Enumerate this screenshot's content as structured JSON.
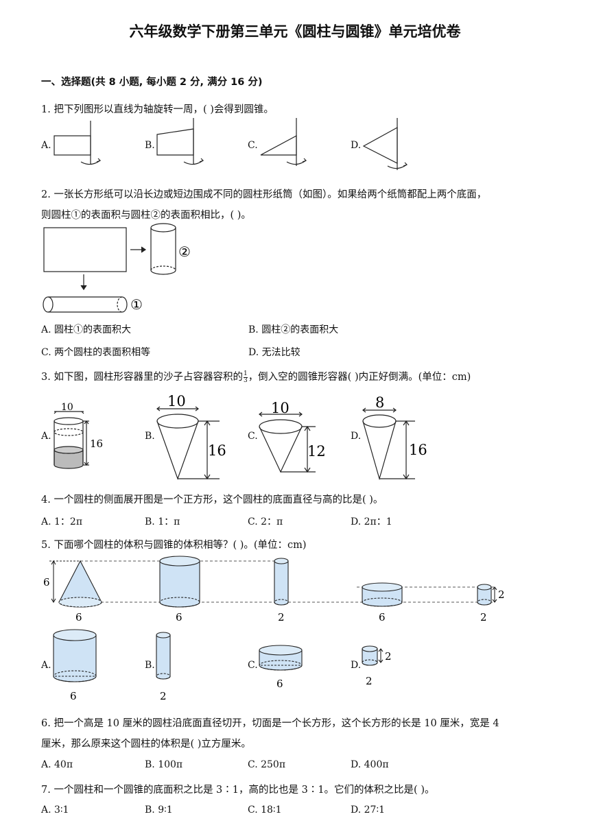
{
  "title": "六年级数学下册第三单元《圆柱与圆锥》单元培优卷",
  "section1": "一、选择题(共 8 小题, 每小题 2 分, 满分 16 分)",
  "q1": {
    "text": "1. 把下列图形以直线为轴旋转一周，(          )会得到圆锥。",
    "labels": [
      "A.",
      "B.",
      "C.",
      "D."
    ]
  },
  "q2": {
    "line1": "2. 一张长方形纸可以沿长边或短边围成不同的圆柱形纸筒（如图）。如果给两个纸筒都配上两个底面，",
    "line2": "则圆柱①的表面积与圆柱②的表面积相比，(          )。",
    "mark1": "①",
    "mark2": "②",
    "options": [
      "A. 圆柱①的表面积大",
      "B. 圆柱②的表面积大",
      "C. 两个圆柱的表面积相等",
      "D. 无法比较"
    ]
  },
  "q3": {
    "text_before": "3. 如下图，圆柱形容器里的沙子占容器容积的",
    "frac_num": "1",
    "frac_den": "3",
    "text_after": "，倒入空的圆锥形容器(          )内正好倒满。(单位：cm)",
    "labels": [
      "A.",
      "B.",
      "C.",
      "D."
    ],
    "cyl": {
      "d": "10",
      "h": "16"
    },
    "B": {
      "d": "10",
      "h": "16"
    },
    "C": {
      "d": "10",
      "h": "12"
    },
    "D": {
      "d": "8",
      "h": "16"
    }
  },
  "q4": {
    "text": "4. 一个圆柱的侧面展开图是一个正方形，这个圆柱的底面直径与高的比是(          )。",
    "options": [
      "A. 1：2π",
      "B. 1：π",
      "C. 2：π",
      "D. 2π：1"
    ]
  },
  "q5": {
    "text": "5. 下面哪个圆柱的体积与圆锥的体积相等？(            )。(单位：cm)",
    "cone_h": "6",
    "dims": [
      "6",
      "6",
      "2",
      "6",
      "2",
      "2"
    ],
    "labels": [
      "A.",
      "B.",
      "C.",
      "D."
    ],
    "opt_dims": [
      "6",
      "2",
      "6",
      "2",
      "2"
    ]
  },
  "q6": {
    "line1": "6. 把一个高是 10 厘米的圆柱沿底面直径切开，切面是一个长方形，这个长方形的长是 10 厘米，宽是 4",
    "line2": "厘米，那么原来这个圆柱的体积是(          )立方厘米。",
    "options": [
      "A. 40π",
      "B. 100π",
      "C. 250π",
      "D. 400π"
    ]
  },
  "q7": {
    "text": "7. 一个圆柱和一个圆锥的底面积之比是 3∶1，高的比也是 3∶1。它们的体积之比是(          )。",
    "options": [
      "A. 3∶1",
      "B. 9∶1",
      "C. 18∶1",
      "D. 27∶1"
    ]
  }
}
